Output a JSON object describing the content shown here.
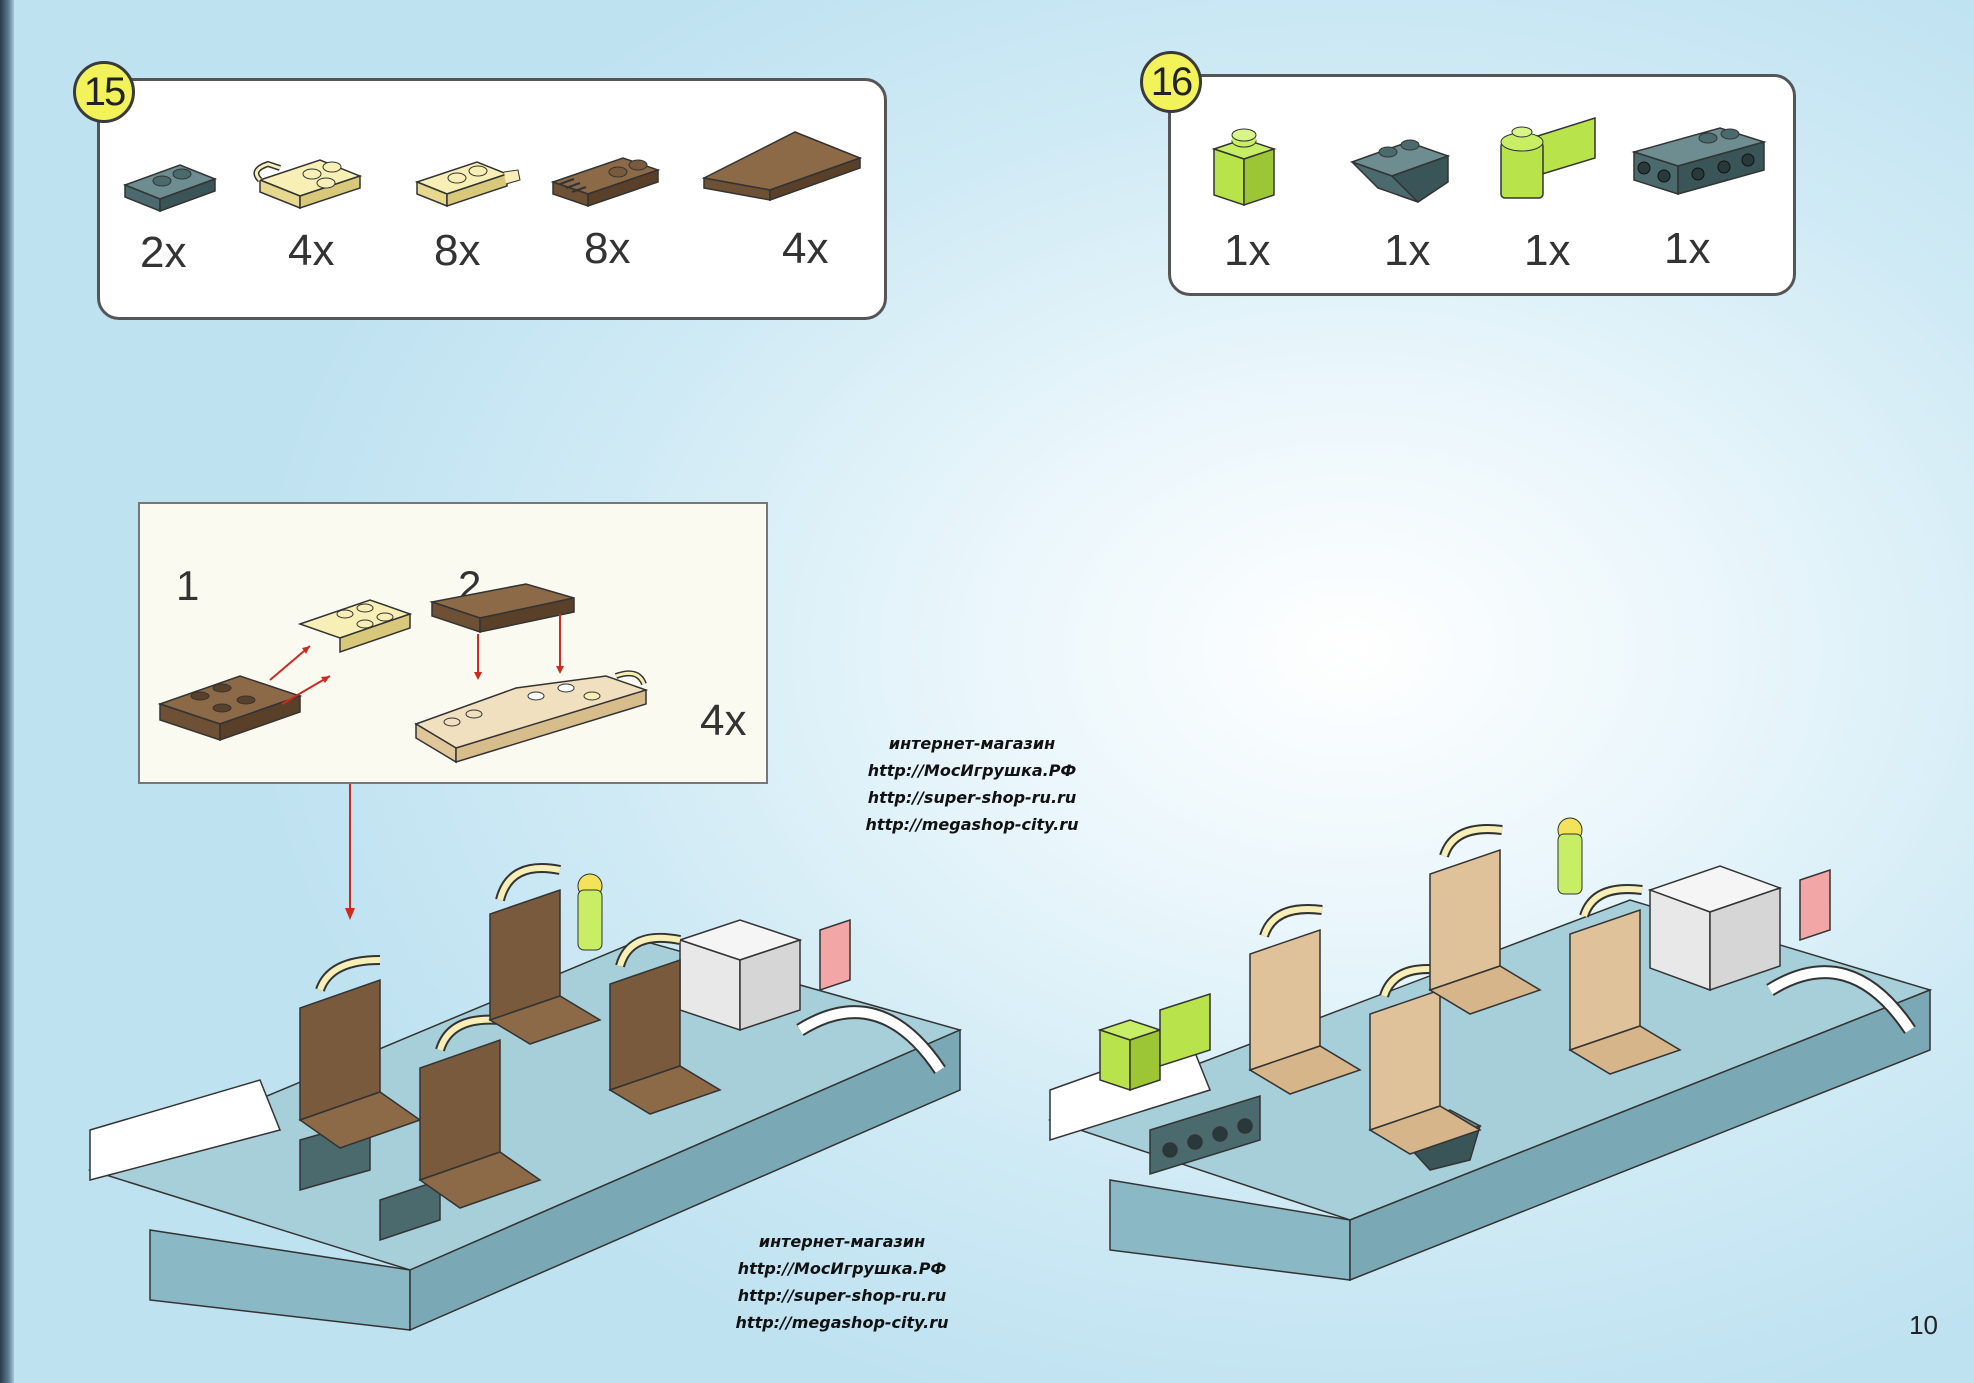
{
  "steps": [
    {
      "number": "15",
      "parts": [
        {
          "name": "dark-teal-plate-1x2",
          "qty": "2x"
        },
        {
          "name": "tan-plate-handle-2x2",
          "qty": "4x"
        },
        {
          "name": "tan-plate-clip-1x2",
          "qty": "8x"
        },
        {
          "name": "brown-hinge-plate-1x2",
          "qty": "8x"
        },
        {
          "name": "brown-tile-2x4",
          "qty": "4x"
        }
      ]
    },
    {
      "number": "16",
      "parts": [
        {
          "name": "lime-brick-1x1",
          "qty": "1x"
        },
        {
          "name": "dark-teal-slope-inverted",
          "qty": "1x"
        },
        {
          "name": "lime-hinge-brick",
          "qty": "1x"
        },
        {
          "name": "dark-teal-bracket-plate",
          "qty": "1x"
        }
      ]
    }
  ],
  "subassembly": {
    "step1_label": "1",
    "step2_label": "2",
    "multiplier": "4x"
  },
  "watermarks": [
    {
      "lines": [
        "интернет-магазин",
        "http://МосИгрушка.РФ",
        "http://super-shop-ru.ru",
        "http://megashop-city.ru"
      ]
    },
    {
      "lines": [
        "интернет-магазин",
        "http://МосИгрушка.РФ",
        "http://super-shop-ru.ru",
        "http://megashop-city.ru"
      ]
    }
  ],
  "page_number": "10",
  "colors": {
    "tan": "#f7efb5",
    "brown": "#7a5a3c",
    "dark_teal": "#4b6a6e",
    "lime": "#b9e34a",
    "light_blue": "#a7cfd9",
    "badge": "#f2f25a",
    "arrow": "#cc2b1f"
  }
}
